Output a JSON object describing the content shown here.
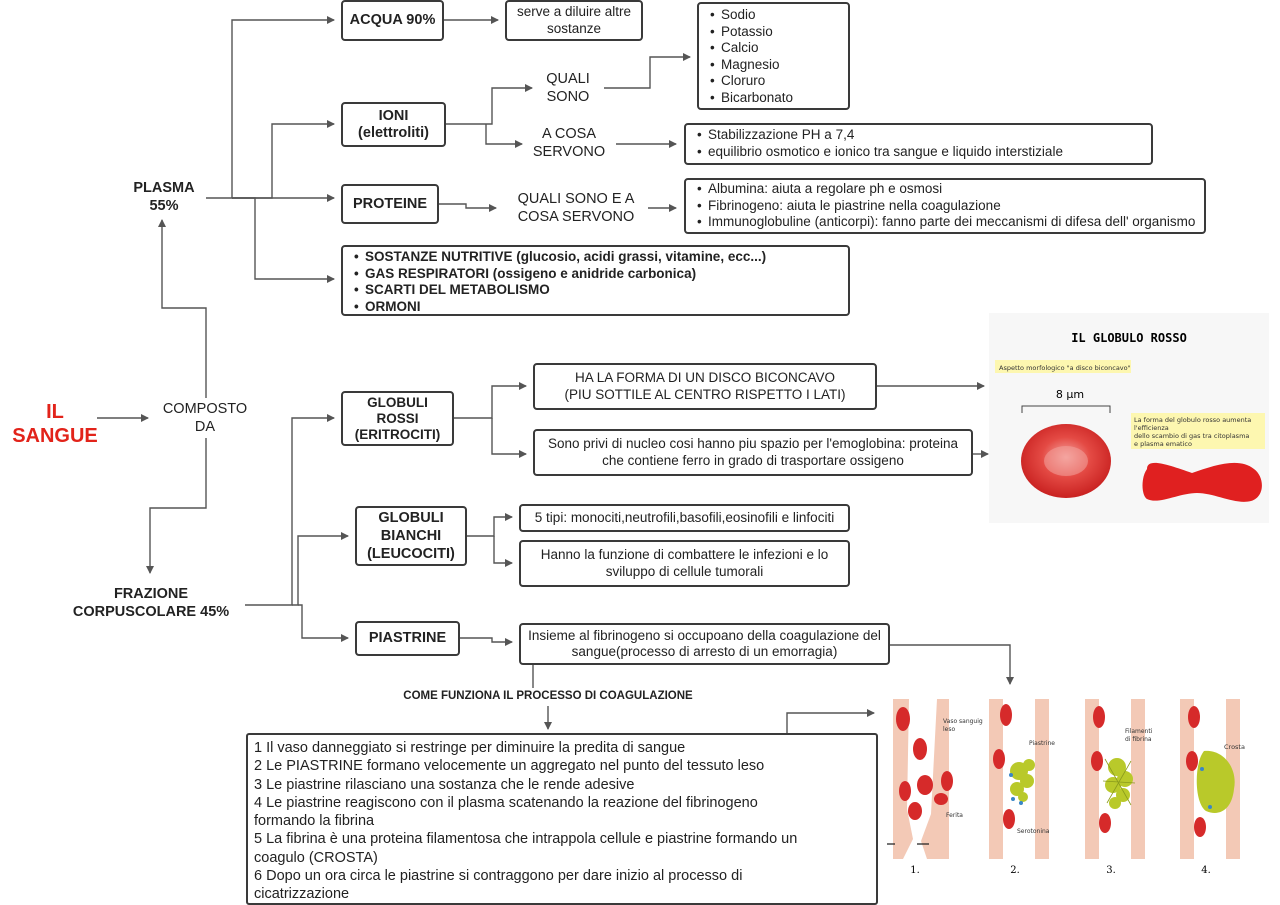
{
  "title": {
    "line1": "IL",
    "line2": "SANGUE"
  },
  "composto": {
    "line1": "COMPOSTO",
    "line2": "DA"
  },
  "plasma": {
    "line1": "PLASMA",
    "line2": "55%"
  },
  "frazione": {
    "line1": "FRAZIONE",
    "line2": "CORPUSCOLARE 45%"
  },
  "acqua": {
    "label": "ACQUA 90%",
    "desc": "serve a diluire altre sostanze"
  },
  "ioni": {
    "line1": "IONI",
    "line2": "(elettroliti)",
    "quali": {
      "line1": "QUALI",
      "line2": "SONO"
    },
    "list": [
      "Sodio",
      "Potassio",
      "Calcio",
      "Magnesio",
      "Cloruro",
      "Bicarbonato"
    ],
    "acosa": {
      "line1": "A COSA",
      "line2": "SERVONO"
    },
    "functions": [
      "Stabilizzazione PH a 7,4",
      "equilibrio osmotico e ionico tra sangue e liquido interstiziale"
    ]
  },
  "proteine": {
    "label": "PROTEINE",
    "question": {
      "line1": "QUALI SONO E A",
      "line2": "COSA SERVONO"
    },
    "list": [
      "Albumina: aiuta a regolare ph e osmosi",
      "Fibrinogeno: aiuta le piastrine nella coagulazione",
      "Immunoglobuline (anticorpi): fanno parte dei meccanismi di difesa dell' organismo"
    ]
  },
  "altri": [
    "SOSTANZE NUTRITIVE (glucosio, acidi grassi, vitamine, ecc...)",
    "GAS RESPIRATORI (ossigeno e anidride carbonica)",
    "SCARTI DEL METABOLISMO",
    "ORMONI"
  ],
  "globuli_rossi": {
    "line1": "GLOBULI",
    "line2": "ROSSI",
    "line3": "(ERITROCITI)",
    "forma": {
      "line1": "HA LA FORMA DI UN DISCO BICONCAVO",
      "line2": "(PIU SOTTILE AL CENTRO RISPETTO I LATI)"
    },
    "nucleo": {
      "line1": "Sono privi di nucleo cosi hanno piu spazio per l'emoglobina: proteina",
      "line2": "che contiene ferro in grado di trasportare ossigeno"
    }
  },
  "globuli_bianchi": {
    "line1": "GLOBULI",
    "line2": "BIANCHI",
    "line3": "(LEUCOCITI)",
    "tipi": "5 tipi: monociti,neutrofili,basofili,eosinofili e linfociti",
    "funzione": {
      "line1": "Hanno la funzione di combattere le infezioni e lo",
      "line2": "sviluppo di cellule tumorali"
    }
  },
  "piastrine": {
    "label": "PIASTRINE",
    "desc": {
      "line1": "Insieme al fibrinogeno si occupoano della coagulazione del",
      "line2": "sangue(processo di arresto di un emorragia)"
    }
  },
  "coagulazione": {
    "title": "COME FUNZIONA IL PROCESSO DI COAGULAZIONE",
    "lines": [
      "1 Il vaso danneggiato  si restringe per diminuire la predita di sangue",
      "2 Le PIASTRINE formano velocemente un aggregato nel punto del tessuto leso",
      "3 Le piastrine rilasciano una sostanza che le rende adesive",
      "4 Le piastrine reagiscono con il plasma scatenando la reazione del fibrinogeno",
      "formando la fibrina",
      "5 La fibrina è una proteina filamentosa che intrappola cellule e piastrine formando  un",
      "coagulo (CROSTA)",
      "6 Dopo un ora circa le piastrine si contraggono per dare inizio al processo di",
      "cicatrizzazione"
    ]
  },
  "globulo_image": {
    "title": "IL GLOBULO ROSSO",
    "aspect": "Aspetto morfologico \"a disco biconcavo\"",
    "size": "8 µm",
    "note": [
      "La forma del globulo rosso aumenta",
      "l'efficienza",
      "dello scambio di gas tra citoplasma",
      "e plasma ematico"
    ]
  },
  "clot_image": {
    "p1": [
      "Vaso sanguig",
      "leso"
    ],
    "p1b": "Ferita",
    "p2": "Piastrine",
    "p2b": "Serotonina",
    "p3": [
      "Filamenti",
      "di fibrina"
    ],
    "p4": "Crosta",
    "numbers": [
      "1.",
      "2.",
      "3.",
      "4."
    ]
  },
  "colors": {
    "title_red": "#e2231a",
    "line": "#555555",
    "cell_red": "#d62a2a",
    "platelet": "#b9c92a",
    "vessel": "#f3c9b6",
    "note_yellow": "#fdf7b0"
  }
}
